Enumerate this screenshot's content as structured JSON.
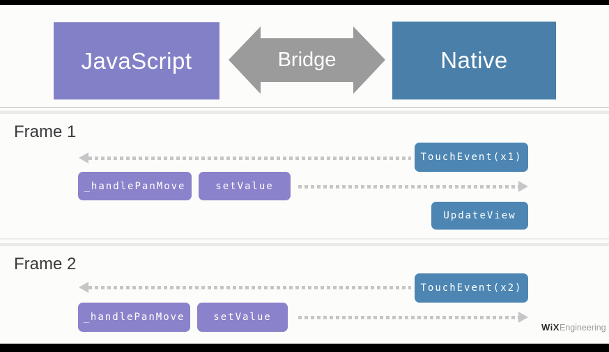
{
  "header": {
    "javascript_label": "JavaScript",
    "bridge_label": "Bridge",
    "native_label": "Native"
  },
  "colors": {
    "purple": "#8280c7",
    "purple_box": "#8a82ca",
    "blue": "#4a7fa9",
    "blue_box": "#4d86b3",
    "gray_arrow": "#9b9b9b",
    "dot_gray": "#c6c6c6",
    "bg": "#fcfdfb",
    "bar": "#000000"
  },
  "frames": [
    {
      "label": "Frame 1",
      "native_event": "TouchEvent(x1)",
      "js_call_1": "_handlePanMove",
      "js_call_2": "setValue",
      "native_update": "UpdateView"
    },
    {
      "label": "Frame 2",
      "native_event": "TouchEvent(x2)",
      "js_call_1": "_handlePanMove",
      "js_call_2": "setValue"
    }
  ],
  "footer": {
    "brand_bold": "WiX",
    "brand_light": "Engineering"
  }
}
